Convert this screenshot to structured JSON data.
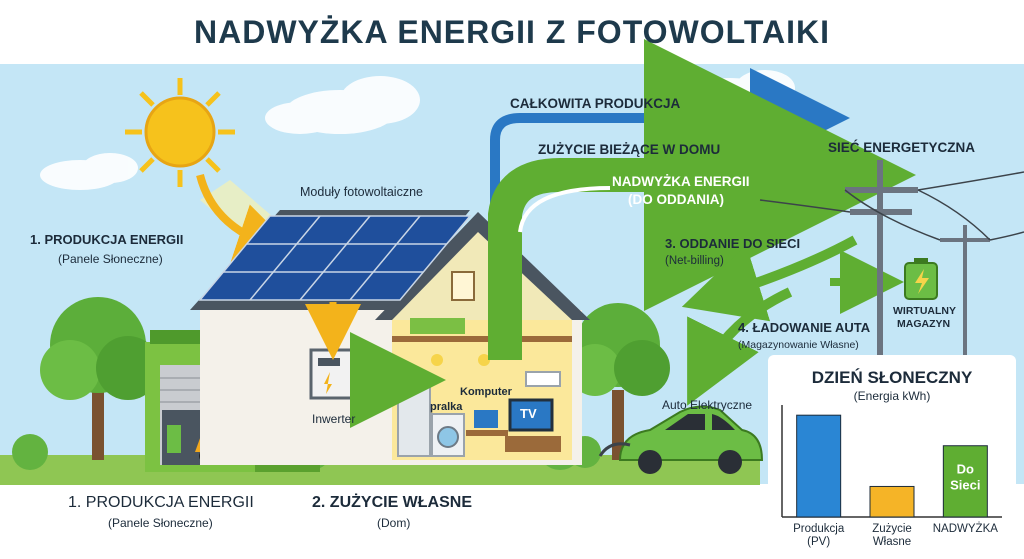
{
  "title": "NADWYŻKA ENERGII Z FOTOWOLTAIKI",
  "labels": {
    "modules": "Moduły fotowoltaiczne",
    "prod_top": "1. PRODUKCJA ENERGII",
    "prod_top_sub": "(Panele Słoneczne)",
    "total_production": "CAŁKOWITA PRODUKCJA",
    "current_use": "ZUŻYCIE BIEŻĄCE W DOMU",
    "surplus_line1": "NADWYŻKA ENERGII",
    "surplus_line2": "(DO ODDANIA)",
    "grid": "SIEĆ ENERGETYCZNA",
    "feed_grid": "3. ODDANIE DO SIECI",
    "feed_grid_sub": "(Net-billing)",
    "virtual_line1": "WIRTUALNY",
    "virtual_line2": "MAGAZYN",
    "charging": "4. ŁADOWANIE AUTA",
    "charging_sub": "(Magazynowanie Własne)",
    "inverter": "Inwerter",
    "washer": "pralka",
    "computer": "Komputer",
    "tv": "TV",
    "ev": "Auto Elektryczne",
    "prod_bottom": "1. PRODUKCJA ENERGII",
    "prod_bottom_sub": "(Panele Słoneczne)",
    "self_use": "2. ZUŻYCIE WŁASNE",
    "self_use_sub": "(Dom)"
  },
  "colors": {
    "sky": "#bfe3f5",
    "blue_arrow": "#2a78c4",
    "green_arrow": "#5fae32",
    "sun": "#f6c21c",
    "roof": "#4a5560",
    "wall": "#f4f1ea",
    "garage": "#7cc242",
    "ground": "#8fc653"
  },
  "chart_data": {
    "type": "bar",
    "title": "DZIEŃ SŁONECZNY",
    "subtitle": "(Energia kWh)",
    "categories": [
      "Produkcja (PV)",
      "Zużycie Własne",
      "NADWYŻKA"
    ],
    "values": [
      100,
      30,
      70
    ],
    "ylim": [
      0,
      110
    ],
    "bar_colors": [
      "#2a86d4",
      "#f5b427",
      "#5fae32"
    ],
    "bar_label_line1": "Do",
    "bar_label_line2": "Sieci"
  }
}
